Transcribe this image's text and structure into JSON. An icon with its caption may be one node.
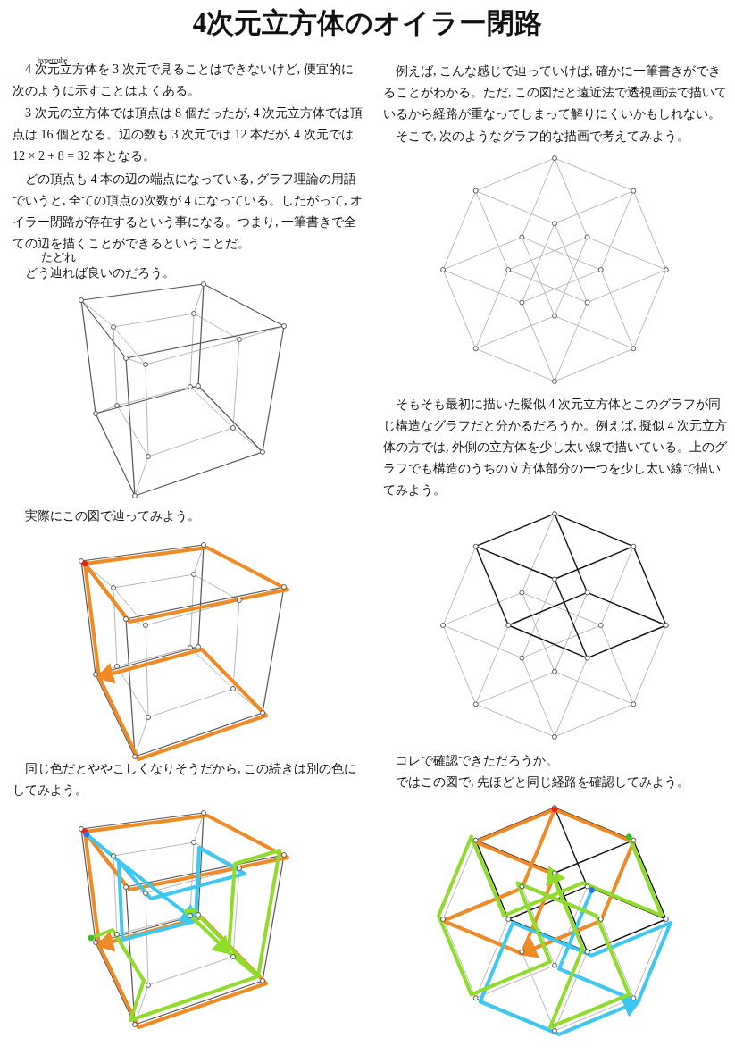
{
  "diagram": {
    "title": "4次元立方体のオイラー閉路",
    "labels": [
      "hypercube",
      "4 次元立方体を 3 次元で見ることはできないけど, 便宜的に次のように示すことはよくある。",
      "3 次元の立方体では頂点は 8 個だったが, 4 次元立方体では頂点は 16 個となる。辺の数も 3 次元では 12 本だが, 4 次元では 12 × 2 + 8 = 32 本となる。",
      "どの頂点も 4 本の辺の端点になっている, グラフ理論の用語でいうと, 全ての頂点の次数が 4 になっている。したがって, オイラー閉路が存在するという事になる。つまり, 一筆書きで全ての辺を描くことができるということだ。",
      "たどれ",
      "どう辿れば良いのだろう。",
      "実際にこの図で辿ってみよう。",
      "同じ色だとややこしくなりそうだから, この続きは別の色にしてみよう。",
      "例えば, こんな感じで辿っていけば, 確かに一筆書きができることがわかる。ただ, この図だと遠近法で透視画法で描いているから経路が重なってしまって解りにくいかもしれない。",
      "そこで, 次のようなグラフ的な描画で考えてみよう。",
      "そもそも最初に描いた擬似 4 次元立方体とこのグラフが同じ構造なグラフだと分かるだろうか。例えば, 擬似 4 次元立方体の方では, 外側の立方体を少し太い線で描いている。上のグラフでも構造のうちの立方体部分の一つを少し太い線で描いてみよう。",
      "コレで確認できただろうか。",
      "ではこの図で, 先ほどと同じ経路を確認してみよう。"
    ]
  }
}
